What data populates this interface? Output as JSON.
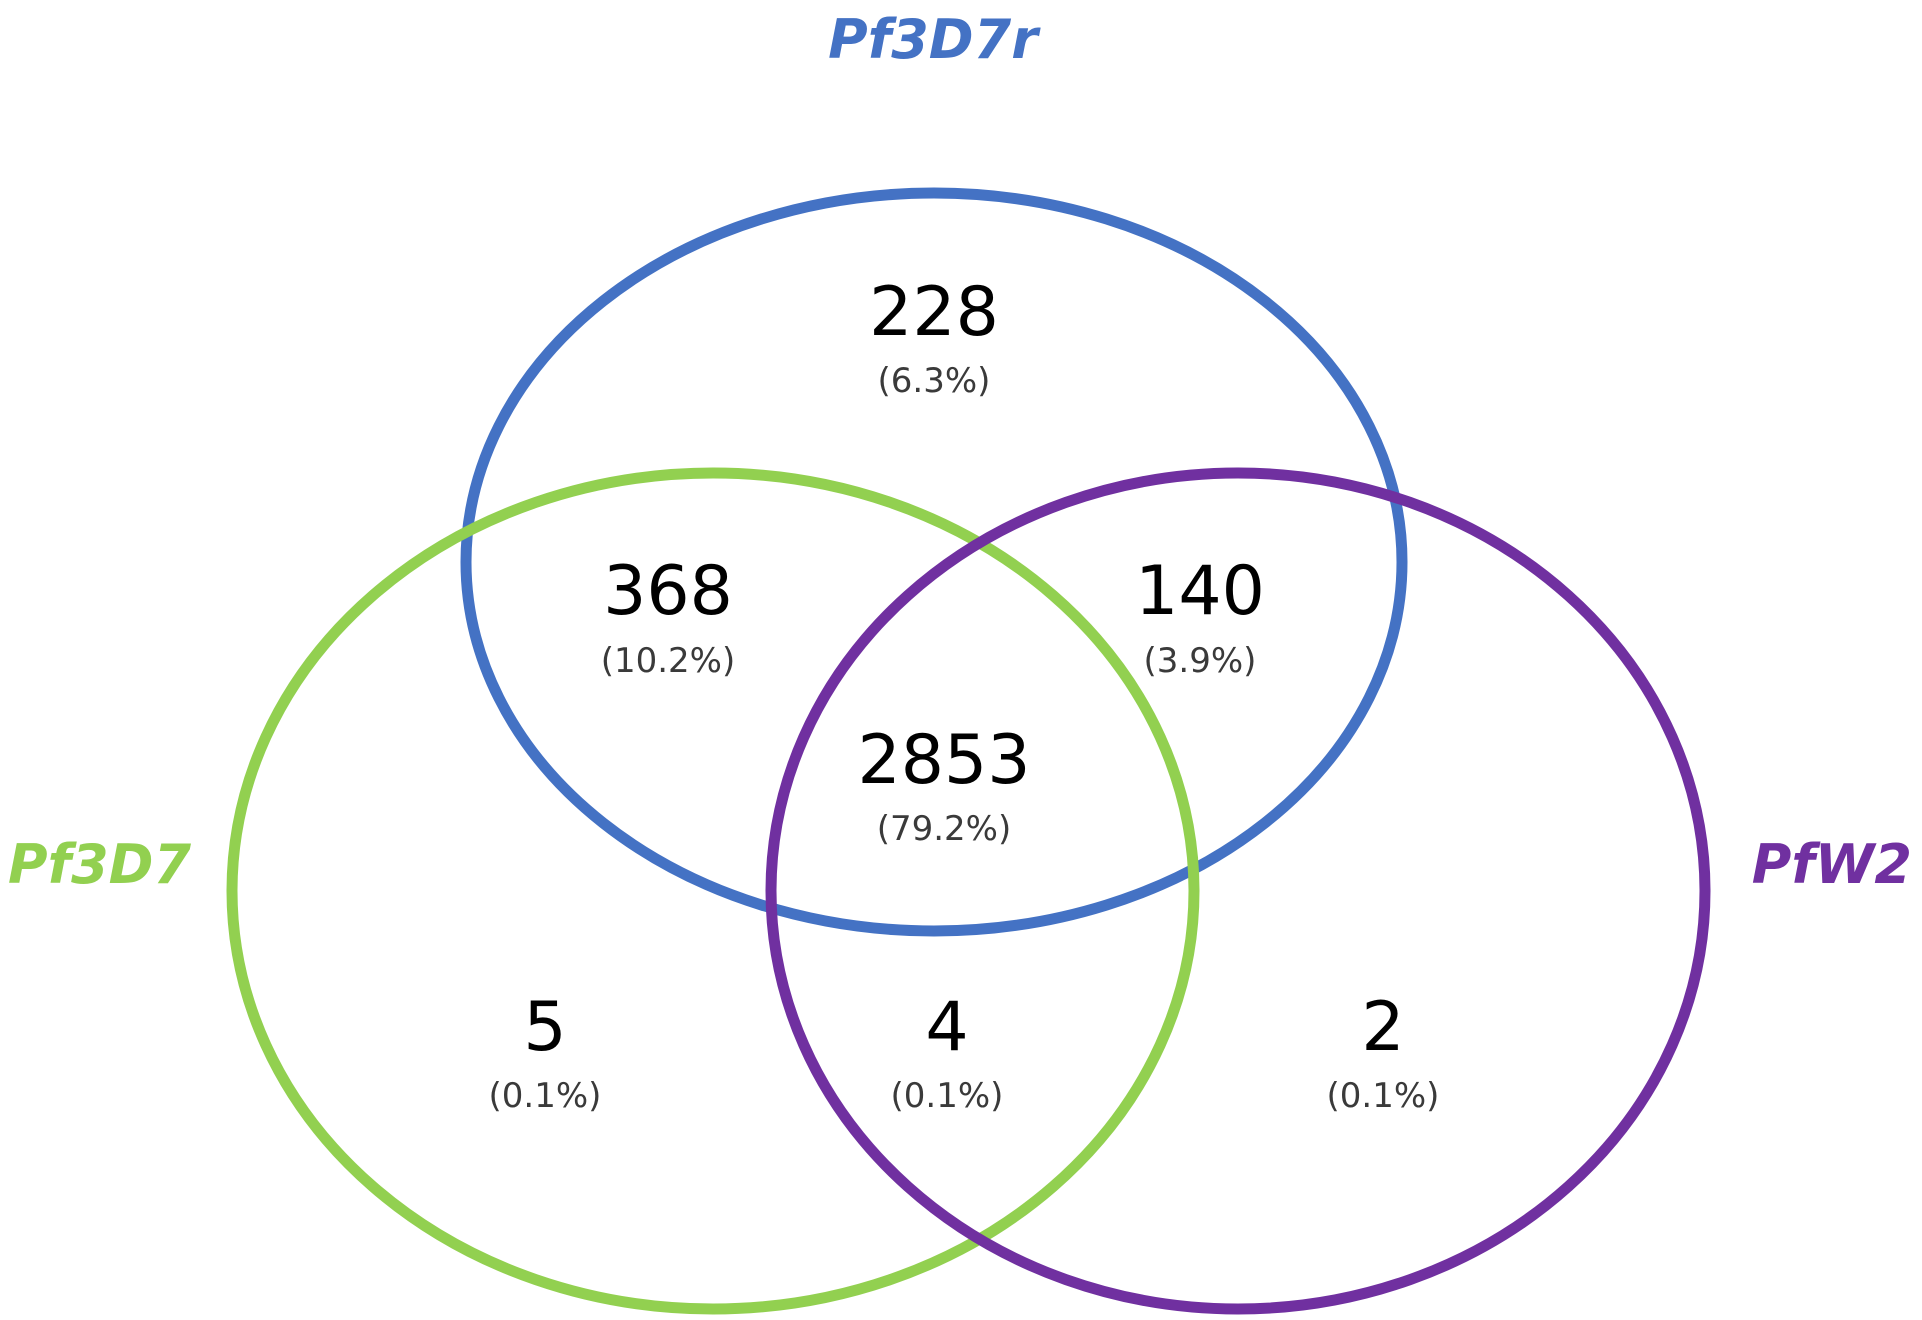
{
  "sets": [
    {
      "id": "top",
      "name_italic": "Pf",
      "name_rest": "3D7r",
      "color": "#4472C4"
    },
    {
      "id": "left",
      "name_italic": "Pf",
      "name_rest": "3D7",
      "color": "#92D050"
    },
    {
      "id": "right",
      "name_italic": "Pf",
      "name_rest": "W2",
      "color": "#7030A0"
    }
  ],
  "regions": {
    "top_only": {
      "count": "228",
      "percent": "(6.3%)"
    },
    "top_left": {
      "count": "368",
      "percent": "(10.2%)"
    },
    "top_right": {
      "count": "140",
      "percent": "(3.9%)"
    },
    "all_three": {
      "count": "2853",
      "percent": "(79.2%)"
    },
    "left_only": {
      "count": "5",
      "percent": "(0.1%)"
    },
    "left_right": {
      "count": "4",
      "percent": "(0.1%)"
    },
    "right_only": {
      "count": "2",
      "percent": "(0.1%)"
    }
  }
}
